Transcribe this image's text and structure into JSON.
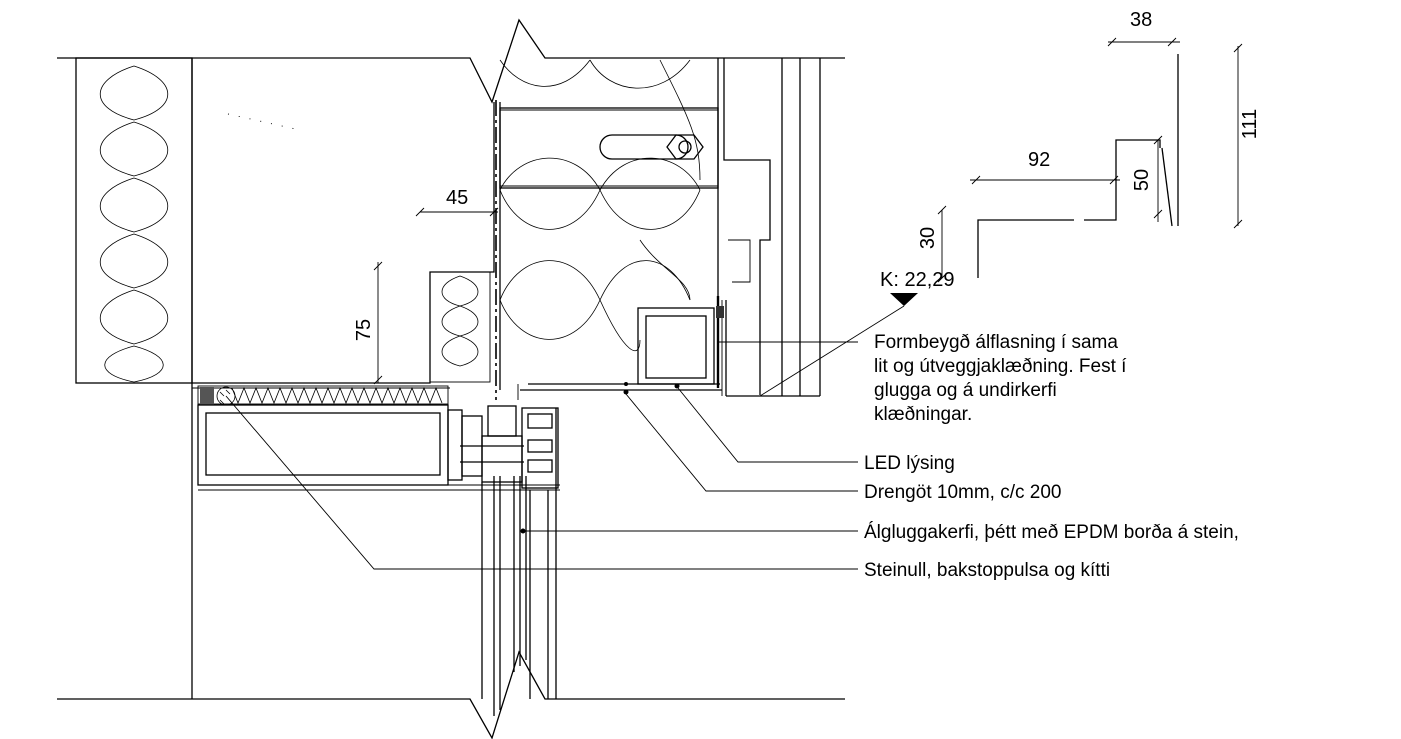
{
  "dimensions": {
    "d38": "38",
    "d111": "111",
    "d92": "92",
    "d50": "50",
    "d30": "30",
    "d45": "45",
    "d75": "75"
  },
  "level_mark": "K: 22,29",
  "callouts": {
    "flashing_1": "Formbeygð álflasning í sama",
    "flashing_2": "lit og útveggjaklæðning. Fest í",
    "flashing_3": "glugga og á undirkerfi",
    "flashing_4": "klæðningar.",
    "led": "LED lýsing",
    "drain": "Drengöt 10mm, c/c 200",
    "window_system": "Álgluggakerfi, þétt með EPDM borða á stein,",
    "insulation": "Steinull, bakstoppulsa og kítti"
  }
}
